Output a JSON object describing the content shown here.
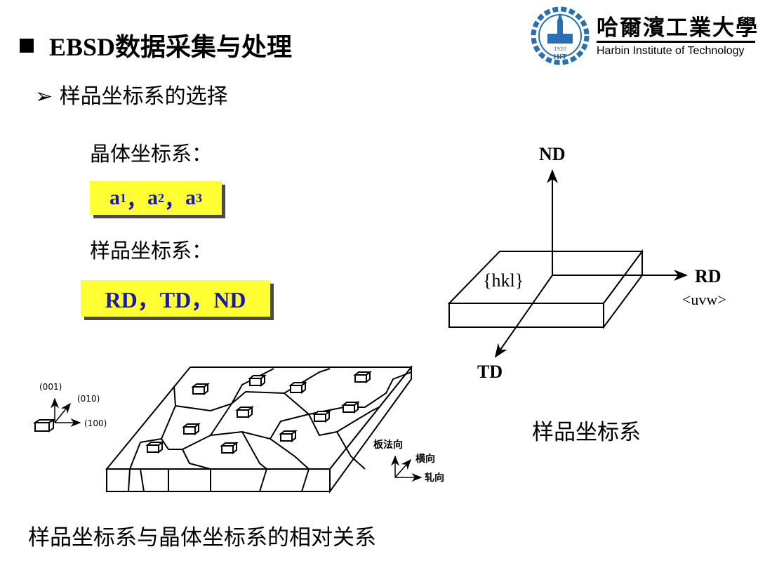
{
  "header": {
    "title": "EBSD数据采集与处理",
    "logo_cn": "哈爾濱工業大學",
    "logo_en": "Harbin Institute of Technology",
    "logo_year": "1920",
    "logo_abbr": "HIT"
  },
  "subtitle": "➢ 样品坐标系的选择",
  "crystal": {
    "label": "晶体坐标系：",
    "axes": [
      "a",
      "a",
      "a"
    ],
    "subs": [
      "1",
      "2",
      "3"
    ],
    "sep": "，"
  },
  "sample": {
    "label": "样品坐标系：",
    "value": "RD，TD，ND"
  },
  "diagram": {
    "nd": "ND",
    "rd": "RD",
    "uvw": "<uvw>",
    "td": "TD",
    "hkl": "{hkl}",
    "caption": "样品坐标系"
  },
  "grain_diagram": {
    "crystal_axes": [
      "(001)",
      "(010)",
      "(100)"
    ],
    "sample_axes": [
      "板法向",
      "横向",
      "轧向"
    ]
  },
  "caption": "样品坐标系与晶体坐标系的相对关系",
  "colors": {
    "highlight": "#ffff33",
    "text_blue": "#1a1aa8",
    "logo_blue": "#2a6fb0"
  }
}
